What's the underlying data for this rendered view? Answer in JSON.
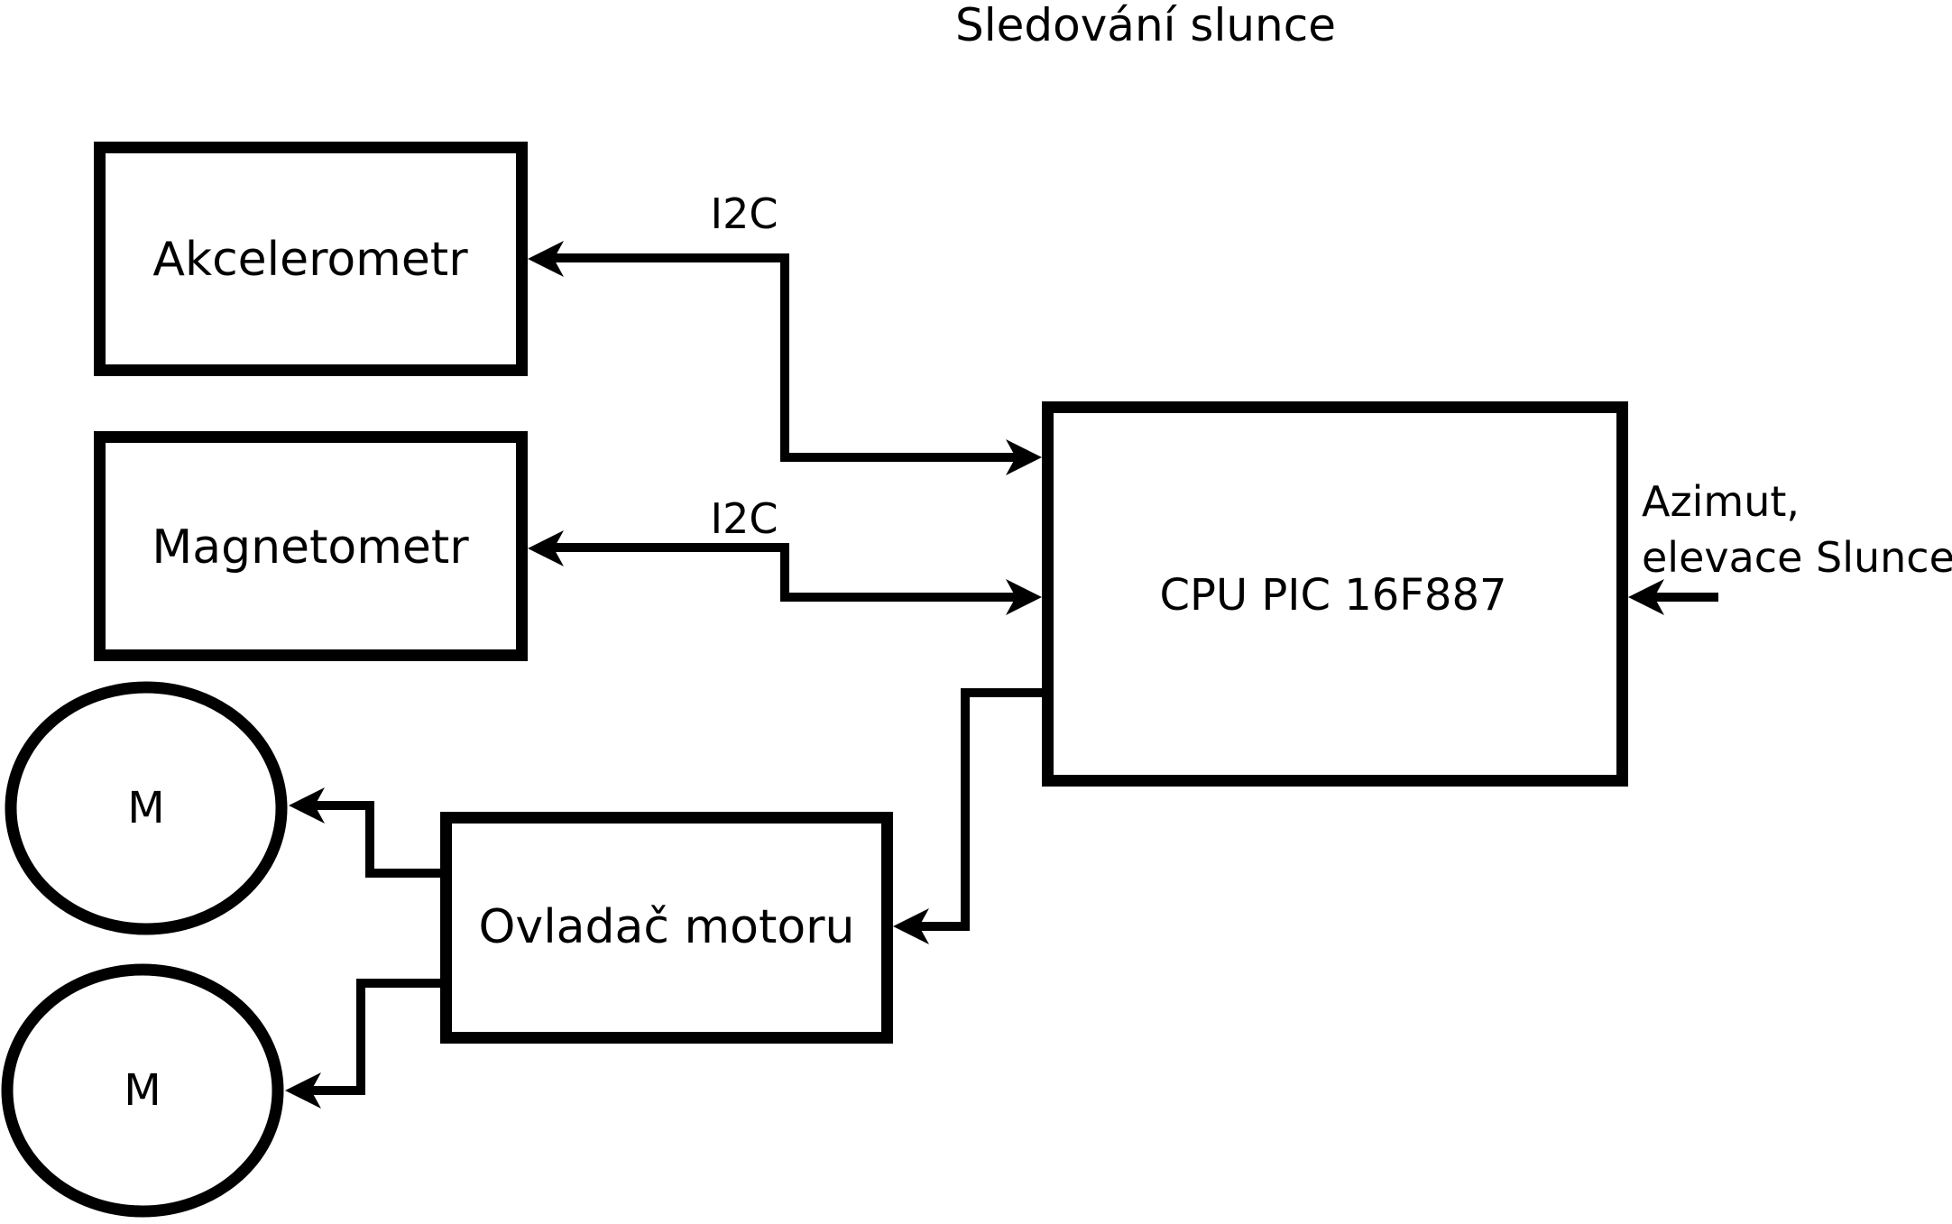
{
  "diagram": {
    "title": "Sledování slunce",
    "nodes": {
      "akcelerometr": {
        "label": "Akcelerometr",
        "shape": "rectangle"
      },
      "magnetometr": {
        "label": "Magnetometr",
        "shape": "rectangle"
      },
      "cpu": {
        "label": "CPU PIC 16F887",
        "shape": "rectangle"
      },
      "ovladac": {
        "label": "Ovladač motoru",
        "shape": "rectangle"
      },
      "motor1": {
        "label": "M",
        "shape": "circle"
      },
      "motor2": {
        "label": "M",
        "shape": "circle"
      }
    },
    "edges": {
      "i2c_akcelerometr": {
        "label": "I2C",
        "between": [
          "CPU PIC 16F887",
          "Akcelerometr"
        ],
        "bidirectional": true
      },
      "i2c_magnetometr": {
        "label": "I2C",
        "between": [
          "CPU PIC 16F887",
          "Magnetometr"
        ],
        "bidirectional": true
      },
      "cpu_to_ovladac": {
        "label": "",
        "between": [
          "CPU PIC 16F887",
          "Ovladač motoru"
        ],
        "bidirectional": false
      },
      "ovladac_to_motor1": {
        "label": "",
        "between": [
          "Ovladač motoru",
          "M"
        ],
        "bidirectional": false
      },
      "ovladac_to_motor2": {
        "label": "",
        "between": [
          "Ovladač motoru",
          "M"
        ],
        "bidirectional": false
      },
      "azimut_input": {
        "label": "",
        "between": [
          "Azimut, elevace Slunce",
          "CPU PIC 16F887"
        ],
        "bidirectional": false
      }
    },
    "annotations": {
      "azimut_line1": "Azimut,",
      "azimut_line2": "elevace Slunce"
    },
    "colors": {
      "stroke": "#000000",
      "background": "#ffffff"
    }
  }
}
